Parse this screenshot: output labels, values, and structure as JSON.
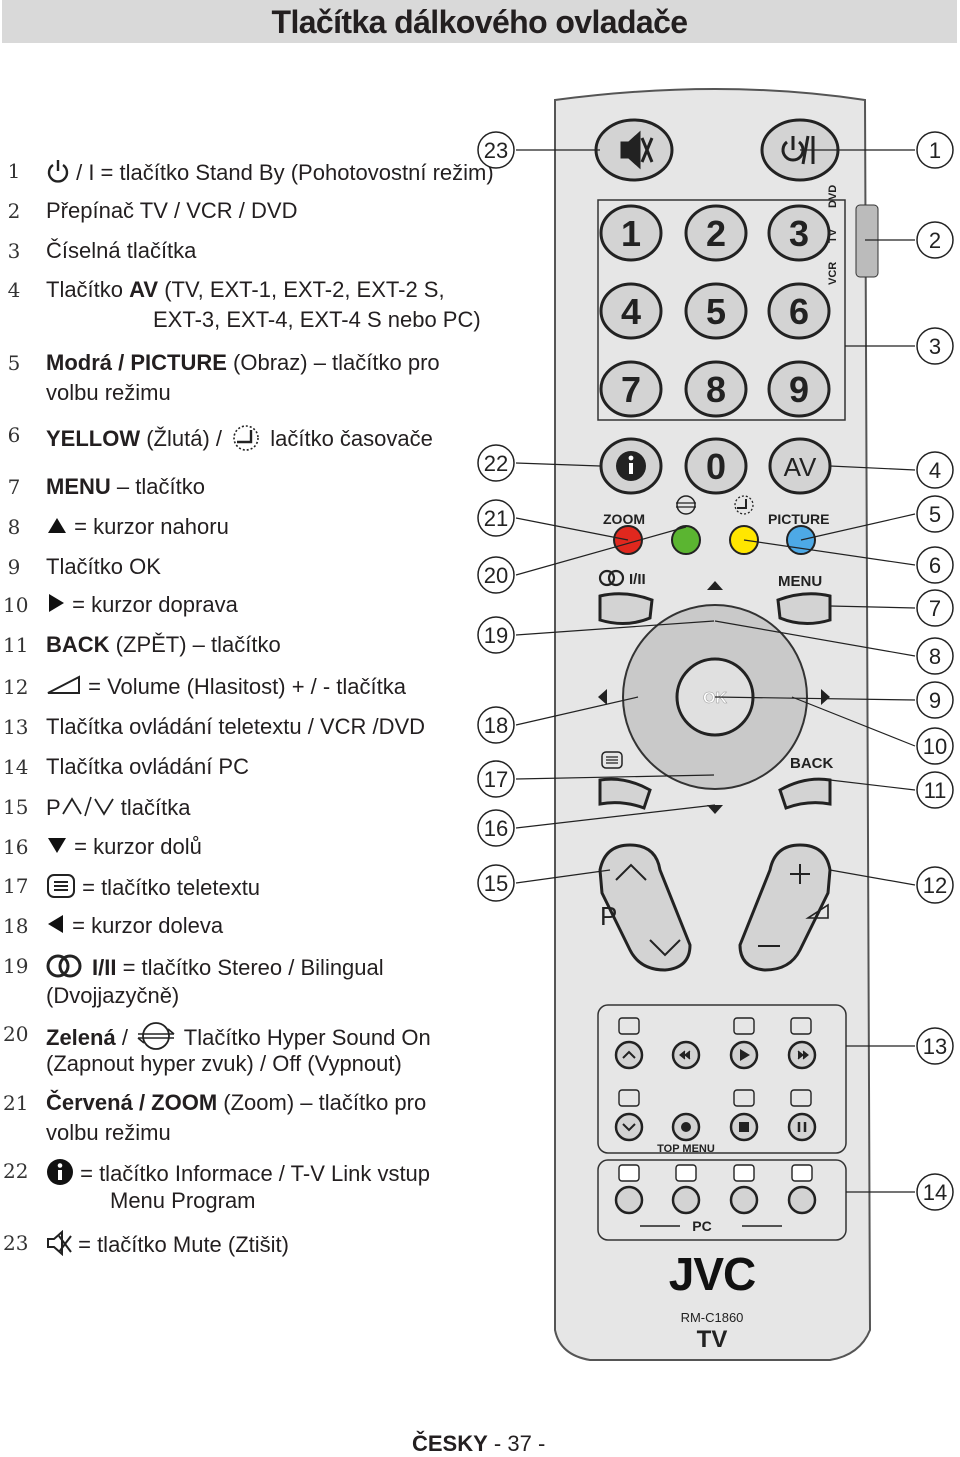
{
  "page": {
    "title": "Tlačítka dálkového ovladače",
    "footer_language": "ČESKY",
    "footer_page": "- 37 -"
  },
  "legend": [
    {
      "n": "1",
      "text_after": " / I = tlačítko Stand By (Pohotovostní režim)",
      "icon": "power-icon"
    },
    {
      "n": "2",
      "text": "Přepínač TV / VCR / DVD"
    },
    {
      "n": "3",
      "text": "Číselná  tlačítka"
    },
    {
      "n": "4",
      "bold": "AV",
      "before": "Tlačítko ",
      "text_after": " (TV, EXT-1, EXT-2, EXT-2 S,",
      "line2": "EXT-3, EXT-4, EXT-4 S nebo PC)"
    },
    {
      "n": "5",
      "bold": "Modrá / PICTURE",
      "text_after": " (Obraz) – tlačítko pro",
      "line2": "volbu režimu"
    },
    {
      "n": "6",
      "bold": "YELLOW",
      "text_after": " (Žlutá) / ",
      "text_after2": " lačítko časovače",
      "icon": "timer-icon"
    },
    {
      "n": "7",
      "bold": "MENU",
      "text_after": " – tlačítko"
    },
    {
      "n": "8",
      "text_after": " = kurzor nahoru",
      "icon": "triangle-up-icon"
    },
    {
      "n": "9",
      "text": "Tlačítko OK"
    },
    {
      "n": "10",
      "text_after": " = kurzor doprava",
      "icon": "triangle-right-icon"
    },
    {
      "n": "11",
      "bold": "BACK",
      "text_after": " (ZPĚT) – tlačítko"
    },
    {
      "n": "12",
      "text_after": " = Volume (Hlasitost) + / - tlačítka",
      "icon": "volume-icon"
    },
    {
      "n": "13",
      "text": "Tlačítka ovládání teletextu / VCR /DVD"
    },
    {
      "n": "14",
      "text": "Tlačítka ovládání PC"
    },
    {
      "n": "15",
      "text_before": "P",
      "text_after": " tlačítka",
      "icon": "p-up-down-icon"
    },
    {
      "n": "16",
      "text_after": " = kurzor dolů",
      "icon": "triangle-down-icon"
    },
    {
      "n": "17",
      "text_after": " = tlačítko teletextu",
      "icon": "teletext-icon"
    },
    {
      "n": "18",
      "text_after": " = kurzor doleva",
      "icon": "triangle-left-icon"
    },
    {
      "n": "19",
      "text_after": " = tlačítko Stereo / Bilingual",
      "line2": "(Dvojjazyčně)",
      "icon": "stereo-icon",
      "icon_text": "I/II"
    },
    {
      "n": "20",
      "bold": "Zelená",
      "text_mid": " / ",
      "text_after": " Tlačítko Hyper Sound On",
      "line2": "(Zapnout hyper zvuk) / Off (Vypnout)",
      "icon": "hyper-sound-icon"
    },
    {
      "n": "21",
      "bold": "Červená / ZOOM",
      "text_after": " (Zoom) – tlačítko pro",
      "line2": "volbu režimu"
    },
    {
      "n": "22",
      "text_after": " = tlačítko Informace / T-V Link vstup",
      "line2": "Menu Program",
      "icon": "info-icon"
    },
    {
      "n": "23",
      "text_after": " = tlačítko Mute (Ztišit)",
      "icon": "mute-icon"
    }
  ],
  "remote": {
    "brand": "JVC",
    "model": "RM-C1860",
    "device": "TV",
    "digits": [
      "1",
      "2",
      "3",
      "4",
      "5",
      "6",
      "7",
      "8",
      "9"
    ],
    "zero": "0",
    "av_label": "AV",
    "zoom_label": "ZOOM",
    "picture_label": "PICTURE",
    "menu_label": "MENU",
    "ok_label": "OK",
    "back_label": "BACK",
    "p_label": "P",
    "stereo_label": "I/II",
    "top_menu_label": "TOP MENU",
    "pc_label": "PC",
    "switch_labels": [
      "DVD",
      "TV",
      "VCR"
    ],
    "colors": {
      "red": "#e0281e",
      "green": "#5bb531",
      "yellow": "#ffe600",
      "blue": "#4da9e6",
      "body": "#e6e6e6",
      "button": "#d3d3d3"
    }
  },
  "callouts_right": [
    "1",
    "2",
    "3",
    "4",
    "5",
    "6",
    "7",
    "8",
    "9",
    "10",
    "11",
    "12",
    "13",
    "14"
  ],
  "callouts_left": [
    "23",
    "22",
    "21",
    "20",
    "19",
    "18",
    "17",
    "16",
    "15"
  ]
}
